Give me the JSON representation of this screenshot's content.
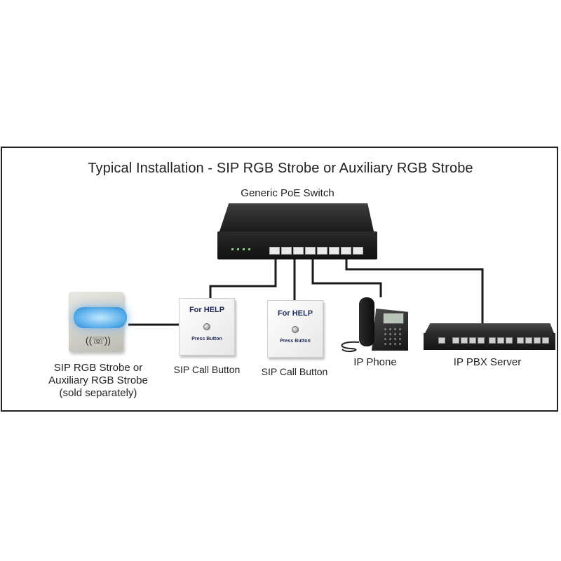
{
  "diagram": {
    "title": "Typical Installation - SIP RGB Strobe or Auxiliary RGB Strobe",
    "nodes": {
      "switch": {
        "label": "Generic PoE Switch"
      },
      "strobe": {
        "label_line1": "SIP RGB Strobe or",
        "label_line2": "Auxiliary RGB Strobe",
        "label_line3": "(sold separately)"
      },
      "call_button_1": {
        "label": "SIP Call Button",
        "face_top": "For HELP",
        "face_bottom": "Press Button"
      },
      "call_button_2": {
        "label": "SIP Call Button",
        "face_top": "For HELP",
        "face_bottom": "Press Button"
      },
      "phone": {
        "label": "IP Phone"
      },
      "pbx": {
        "label": "IP PBX Server"
      }
    },
    "edges": [
      {
        "from": "strobe",
        "to": "call_button_1"
      },
      {
        "from": "switch",
        "to": "call_button_1"
      },
      {
        "from": "switch",
        "to": "call_button_2"
      },
      {
        "from": "switch",
        "to": "phone"
      },
      {
        "from": "switch",
        "to": "pbx"
      }
    ],
    "colors": {
      "line": "#1a1a1a",
      "strobe_glow": "#4fa8e8",
      "button_text": "#1e2a5a"
    }
  }
}
